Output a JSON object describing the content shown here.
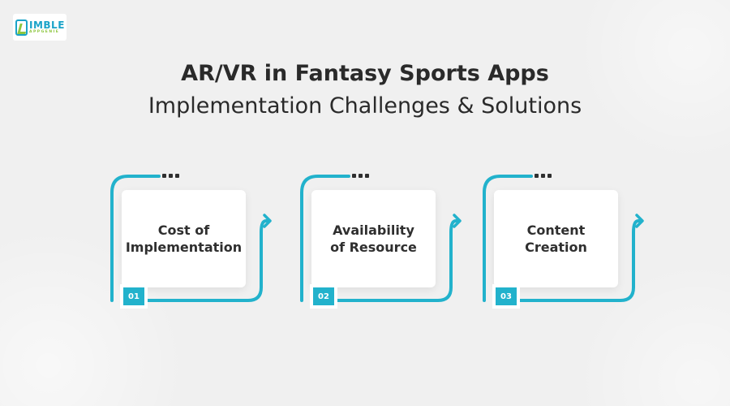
{
  "brand": {
    "logo_name": "IMBLE",
    "logo_sub": "APPGENIE"
  },
  "header": {
    "title": "AR/VR in Fantasy Sports Apps",
    "subtitle": "Implementation Challenges & Solutions"
  },
  "colors": {
    "accent": "#22b2cc",
    "accent_light": "#3cc6e0",
    "brand_green": "#8dc63f",
    "background": "#f0f0f0"
  },
  "steps": [
    {
      "number": "01",
      "line1": "Cost of",
      "line2": "Implementation"
    },
    {
      "number": "02",
      "line1": "Availability",
      "line2": "of Resource"
    },
    {
      "number": "03",
      "line1": "Content",
      "line2": "Creation"
    }
  ]
}
